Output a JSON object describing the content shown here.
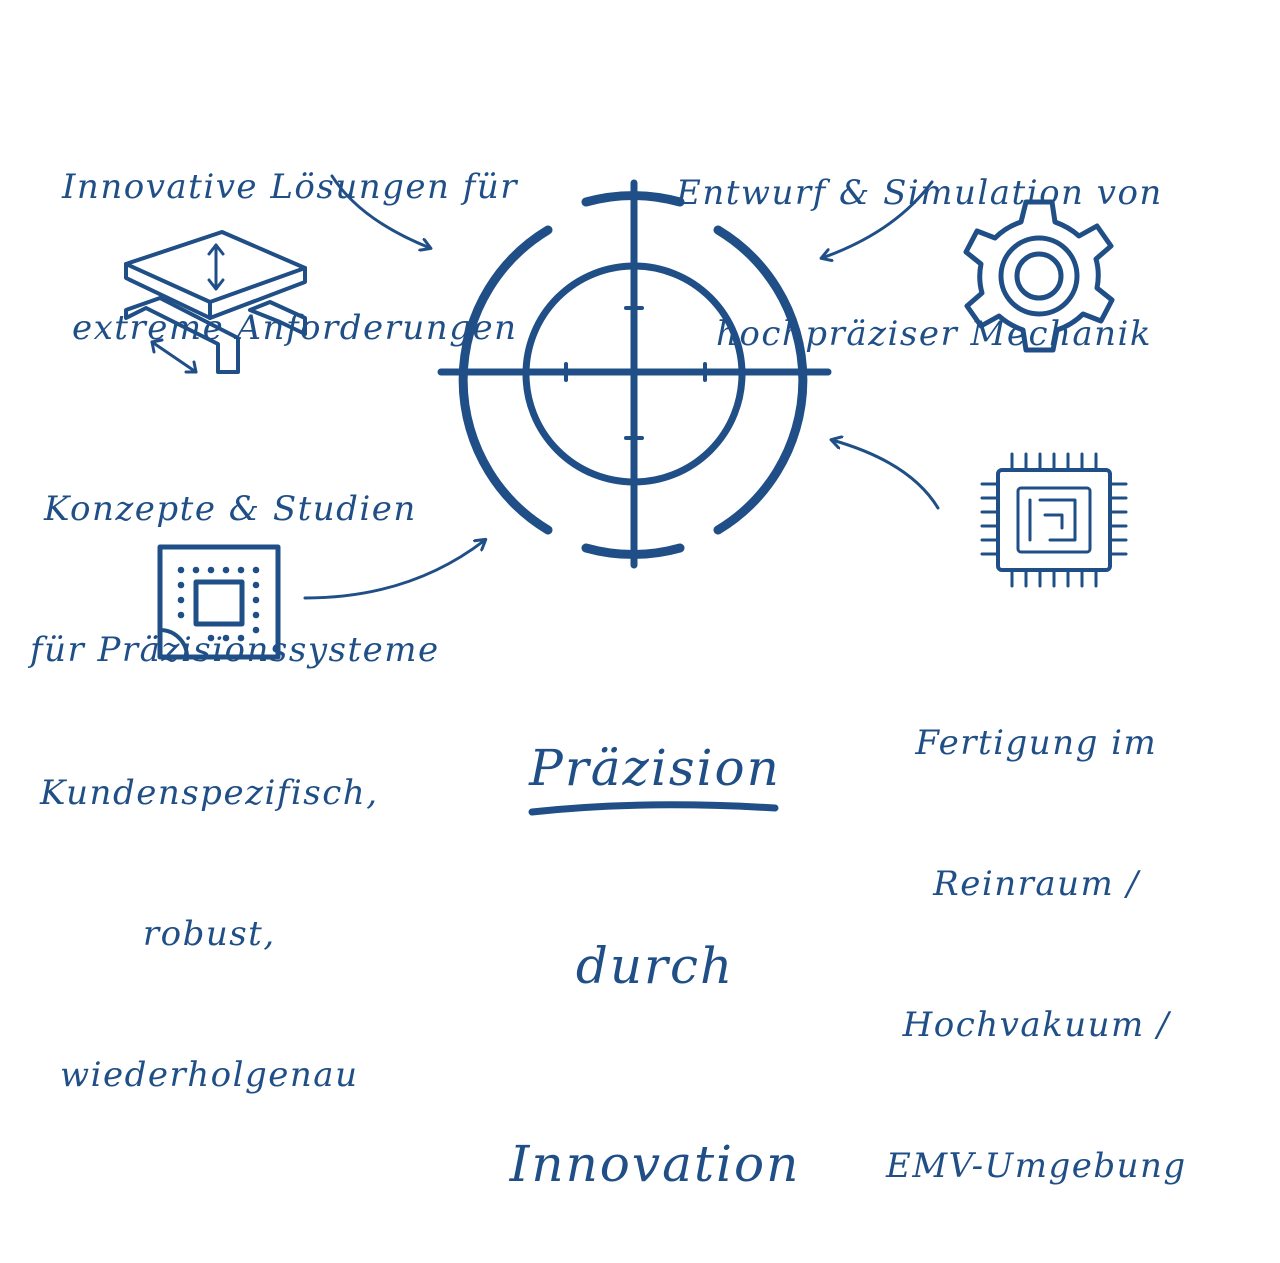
{
  "theme": {
    "ink_color": "#1f4f86",
    "background": "#ffffff"
  },
  "center": {
    "icon": "crosshair-target-icon",
    "title_lines": [
      "Präzision",
      "durch",
      "Innovation"
    ]
  },
  "items": [
    {
      "id": "innovative-solutions",
      "lines": [
        "Innovative Lösungen für",
        "extreme Anforderungen"
      ],
      "icon": null
    },
    {
      "id": "design-simulation",
      "lines": [
        "Entwurf & Simulation von",
        "hochpräziser Mechanik"
      ],
      "icon": "gear-icon"
    },
    {
      "id": "concepts-studies",
      "lines": [
        "Konzepte & Studien",
        "für Präzisionssysteme"
      ],
      "icon": "precision-stage-icon"
    },
    {
      "id": "custom-robust",
      "lines": [
        "Kundenspezifisch,",
        "robust,",
        "wiederholgenau"
      ],
      "icon": "component-board-icon"
    },
    {
      "id": "cleanroom-manufacturing",
      "lines": [
        "Fertigung im",
        "Reinraum /",
        "Hochvakuum /",
        "EMV-Umgebung"
      ],
      "icon": "microchip-icon"
    }
  ]
}
